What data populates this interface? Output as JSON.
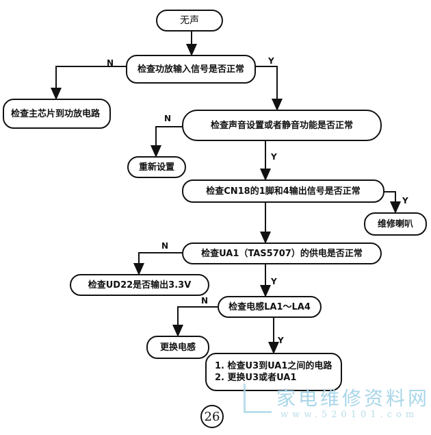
{
  "nodes": {
    "start": "无声",
    "check_amp_input": "检查功放输入信号是否正常",
    "check_main_chip": "检查主芯片到功放电路",
    "check_sound_setting": "检查声音设置或者静音功能是否正常",
    "reset": "重新设置",
    "check_cn18": "检查CN18的1脚和4输出信号是否正常",
    "repair_speaker": "维修喇叭",
    "check_ua1_power": "检查UA1（TAS5707）的供电是否正常",
    "check_ud22": "检查UD22是否输出3.3V",
    "check_inductor": "检查电感LA1～LA4",
    "replace_inductor": "更换电感",
    "final_line1": "1. 检查U3到UA1之间的电路",
    "final_line2": "2. 更换U3或者UA1"
  },
  "labels": {
    "yes": "Y",
    "no": "N"
  },
  "page_number": "26",
  "watermark": {
    "title": "家电维修资料网",
    "url": "www.520101.com"
  }
}
